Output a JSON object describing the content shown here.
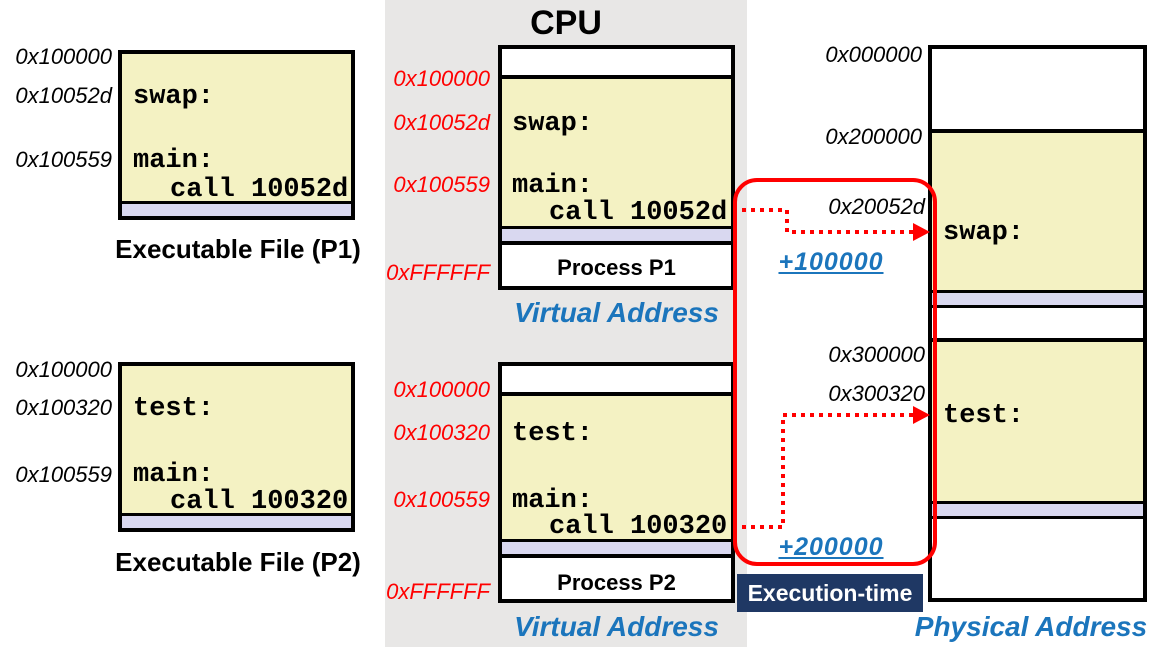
{
  "colors": {
    "code_fill": "#f4f2c3",
    "data_strip": "#d9d8f0",
    "cpu_panel_gray": "#e8e7e6",
    "highlight_red": "#ff0000",
    "accent_blue": "#1b75bc",
    "badge_navy": "#1f3864"
  },
  "cpu": {
    "title": "CPU"
  },
  "executables": {
    "p1": {
      "addresses": [
        "0x100000",
        "0x10052d",
        "0x100559"
      ],
      "symbol": "swap:",
      "main_label": "main:",
      "call_line": "call 10052d",
      "caption": "Executable File (P1)"
    },
    "p2": {
      "addresses": [
        "0x100000",
        "0x100320",
        "0x100559"
      ],
      "symbol": "test:",
      "main_label": "main:",
      "call_line": "call 100320",
      "caption": "Executable File (P2)"
    }
  },
  "processes": {
    "p1": {
      "addresses": [
        "0x100000",
        "0x10052d",
        "0x100559",
        "0xFFFFFF"
      ],
      "symbol": "swap:",
      "main_label": "main:",
      "call_line": "call 10052d",
      "name": "Process P1",
      "space_label": "Virtual Address"
    },
    "p2": {
      "addresses": [
        "0x100000",
        "0x100320",
        "0x100559",
        "0xFFFFFF"
      ],
      "symbol": "test:",
      "main_label": "main:",
      "call_line": "call 100320",
      "name": "Process P2",
      "space_label": "Virtual Address"
    }
  },
  "physical_memory": {
    "base_addresses": [
      "0x000000",
      "0x200000"
    ],
    "mapped_addresses": [
      "0x20052d",
      "0x300000",
      "0x300320"
    ],
    "p1_symbol": "swap:",
    "p2_symbol": "test:",
    "space_label": "Physical Address"
  },
  "translation": {
    "p1_offset": "+100000",
    "p2_offset": "+200000",
    "badge": "Execution-time"
  }
}
